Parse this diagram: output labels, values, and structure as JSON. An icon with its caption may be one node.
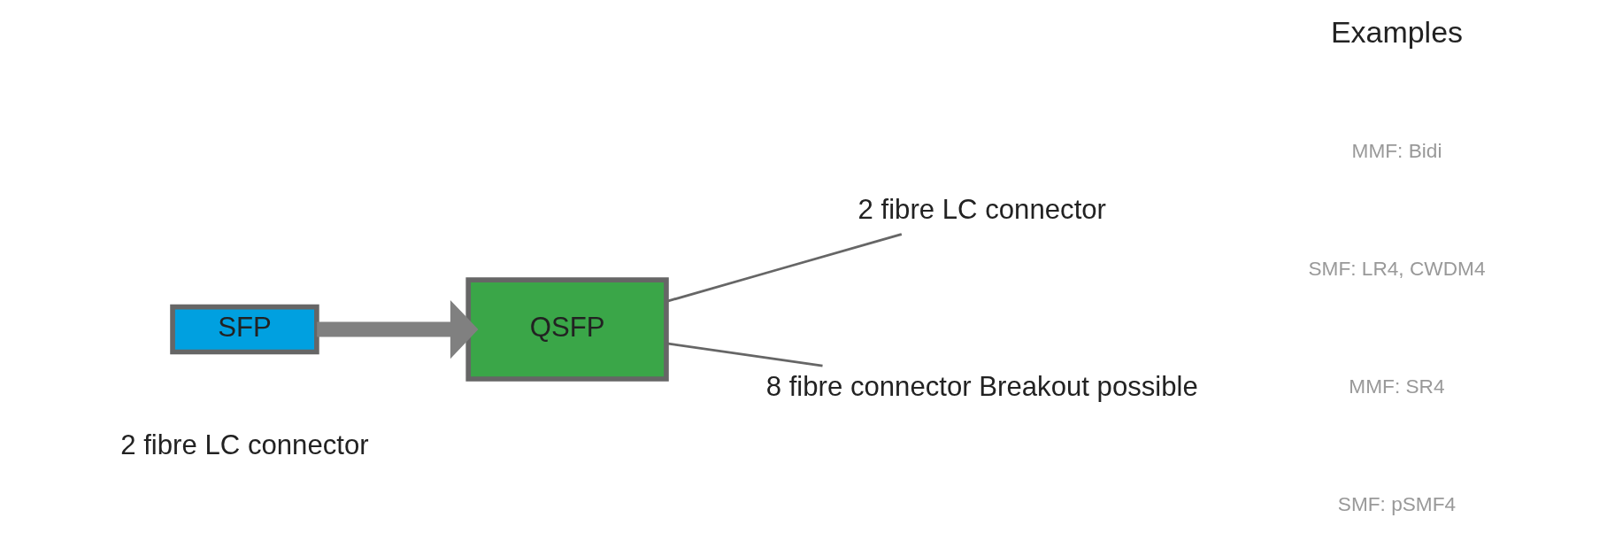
{
  "diagram": {
    "nodes": [
      {
        "text": [
          "SFP"
        ],
        "beside": [
          "2 fibre LC connector"
        ]
      },
      {
        "text": [
          "QSFP"
        ]
      },
      {
        "text": [
          "2 fibre LC connector"
        ]
      },
      {
        "text": [
          "8 fibre connector Breakout possible"
        ]
      }
    ],
    "edges": [
      {
        "from": 0,
        "to": 1,
        "arrow": "to",
        "style": "thick",
        "color": "#808080"
      },
      {
        "from": 1,
        "to": 2,
        "arrow": "none"
      },
      {
        "from": 1,
        "to": 3,
        "arrow": "none"
      }
    ],
    "labels": [
      "Examples",
      "MMF: Bidi",
      "SMF: LR4, CWDM4",
      "MMF: SR4",
      "SMF: pSMF4"
    ]
  }
}
